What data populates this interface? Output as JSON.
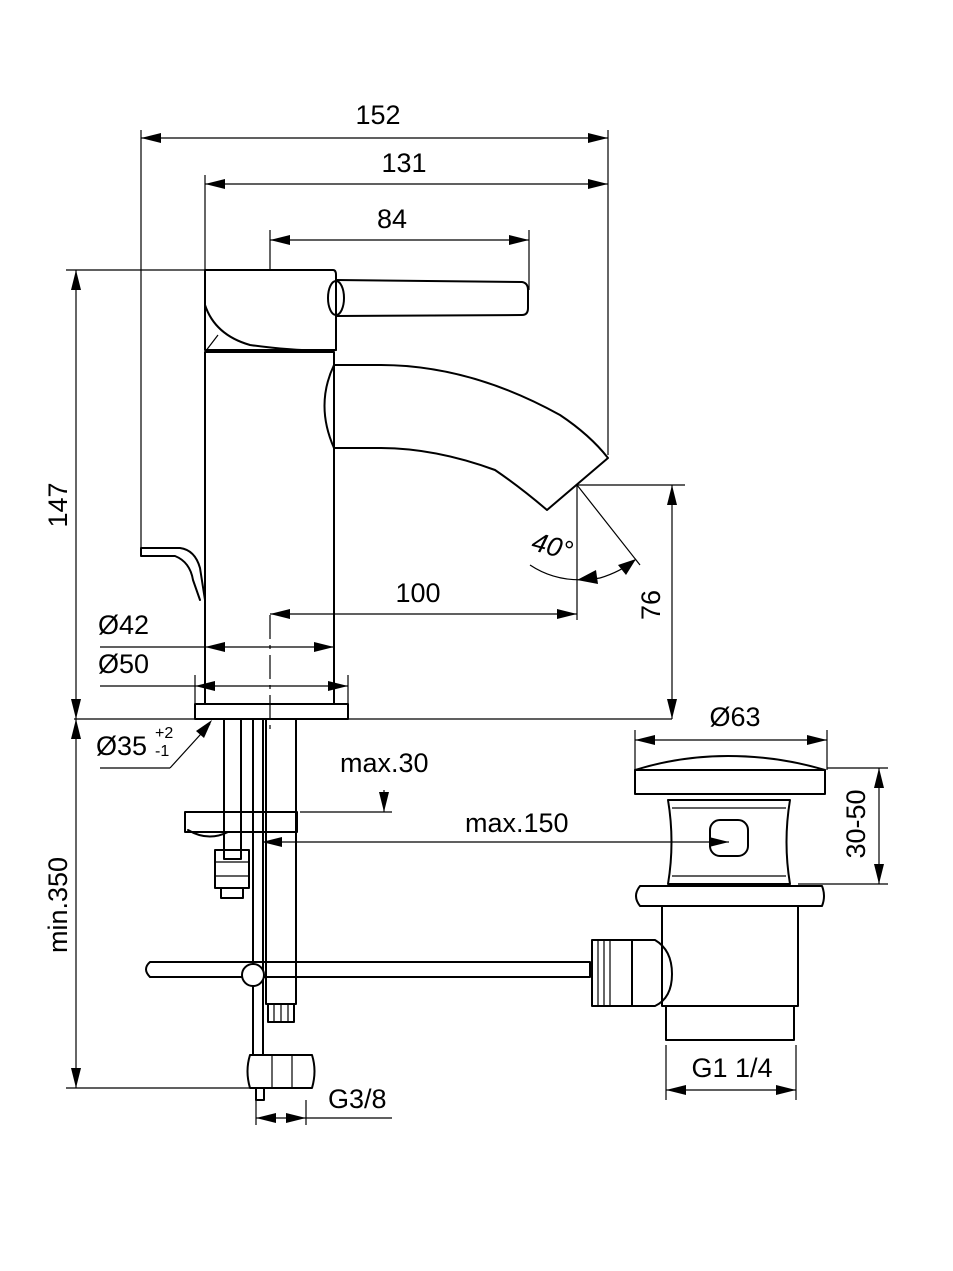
{
  "dimensions": {
    "overall_width": "152",
    "spout_reach": "131",
    "lever_length": "84",
    "total_height": "147",
    "spout_projection": "100",
    "outlet_height": "76",
    "outlet_angle": "40°",
    "body_diameter": "Ø42",
    "base_diameter": "Ø50",
    "hole_diameter": "Ø35",
    "hole_tol_plus": "+2",
    "hole_tol_minus": "-1",
    "deck_thickness": "max.30",
    "rod_length": "max.150",
    "min_length": "min.350",
    "connection_thread": "G3/8",
    "waste_diameter": "Ø63",
    "waste_height": "30-50",
    "waste_thread": "G1 1/4"
  }
}
